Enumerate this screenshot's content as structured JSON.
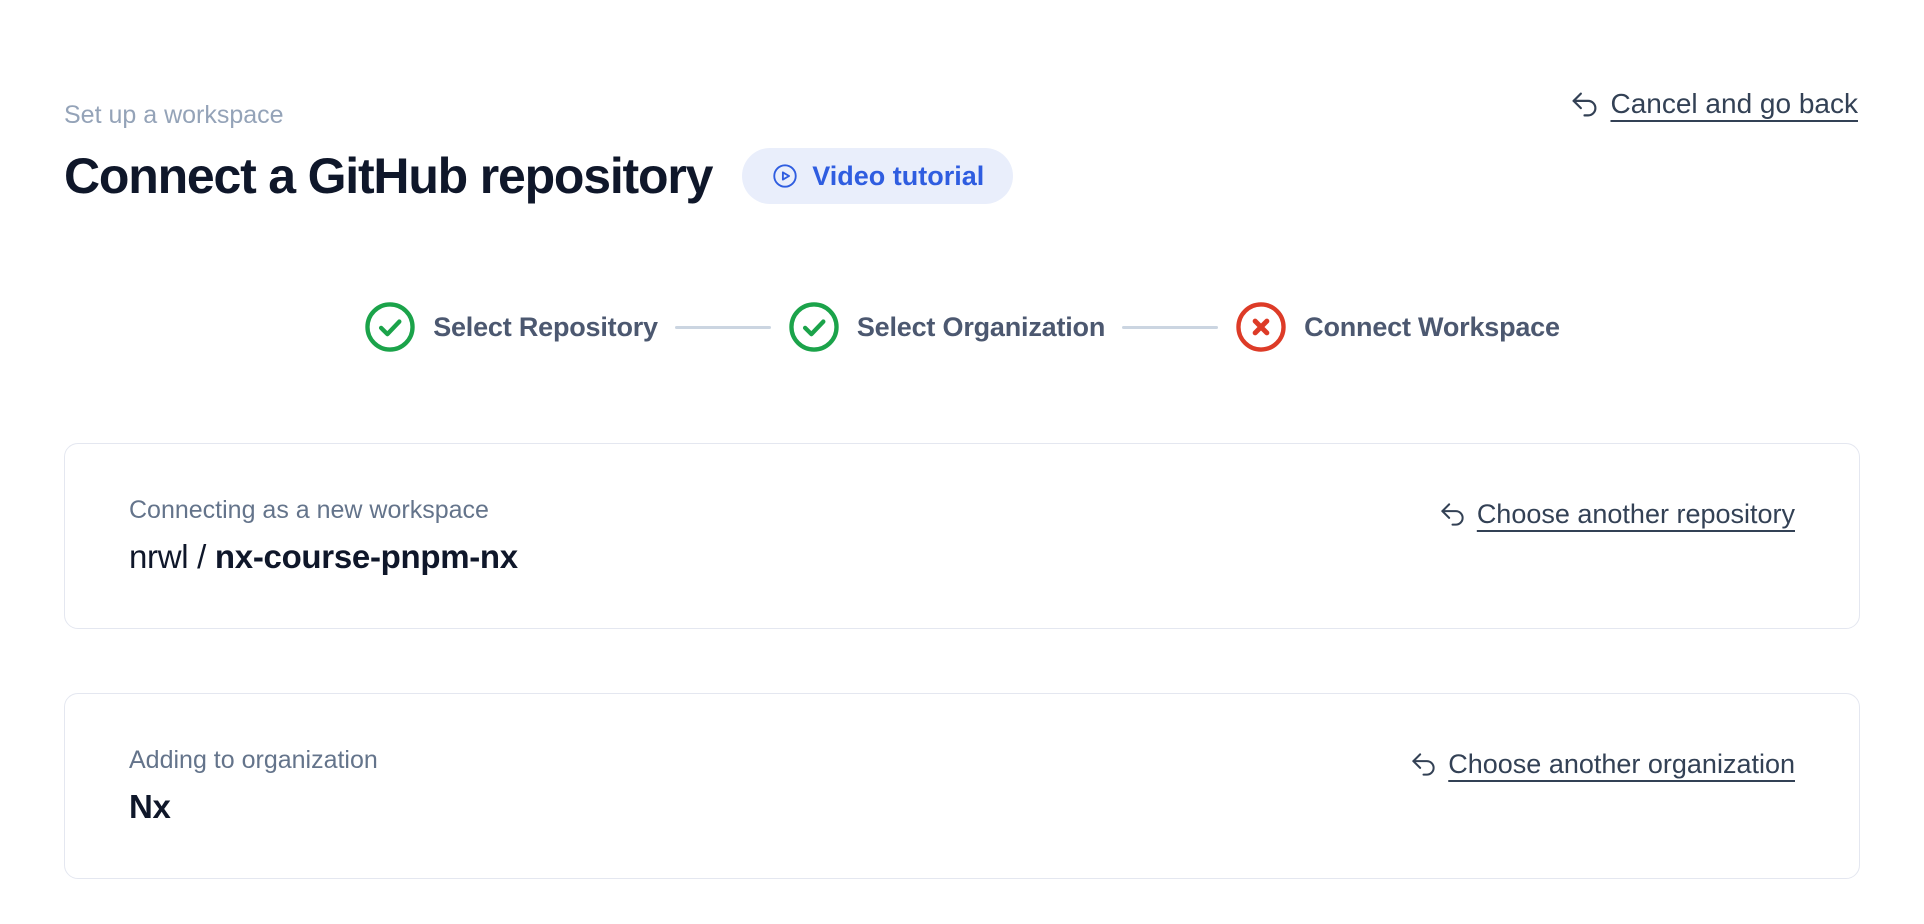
{
  "header": {
    "eyebrow": "Set up a workspace",
    "title": "Connect a GitHub repository",
    "video_button_label": "Video tutorial",
    "cancel_label": "Cancel and go back"
  },
  "stepper": {
    "steps": [
      {
        "label": "Select Repository",
        "status": "complete",
        "icon": "check-circle-icon"
      },
      {
        "label": "Select Organization",
        "status": "complete",
        "icon": "check-circle-icon"
      },
      {
        "label": "Connect Workspace",
        "status": "error",
        "icon": "x-circle-icon"
      }
    ]
  },
  "repository_card": {
    "label": "Connecting as a new workspace",
    "owner_prefix": "nrwl / ",
    "repo_name": "nx-course-pnpm-nx",
    "action_label": "Choose another repository"
  },
  "organization_card": {
    "label": "Adding to organization",
    "name": "Nx",
    "action_label": "Choose another organization"
  },
  "colors": {
    "accent_blue": "#2f5de0",
    "accent_blue_bg": "#e9eefb",
    "success_green": "#1ba34a",
    "error_red": "#dd3b27",
    "link_color": "#334155",
    "muted_label": "#64748b",
    "connector_gray": "#cbd5e1"
  }
}
